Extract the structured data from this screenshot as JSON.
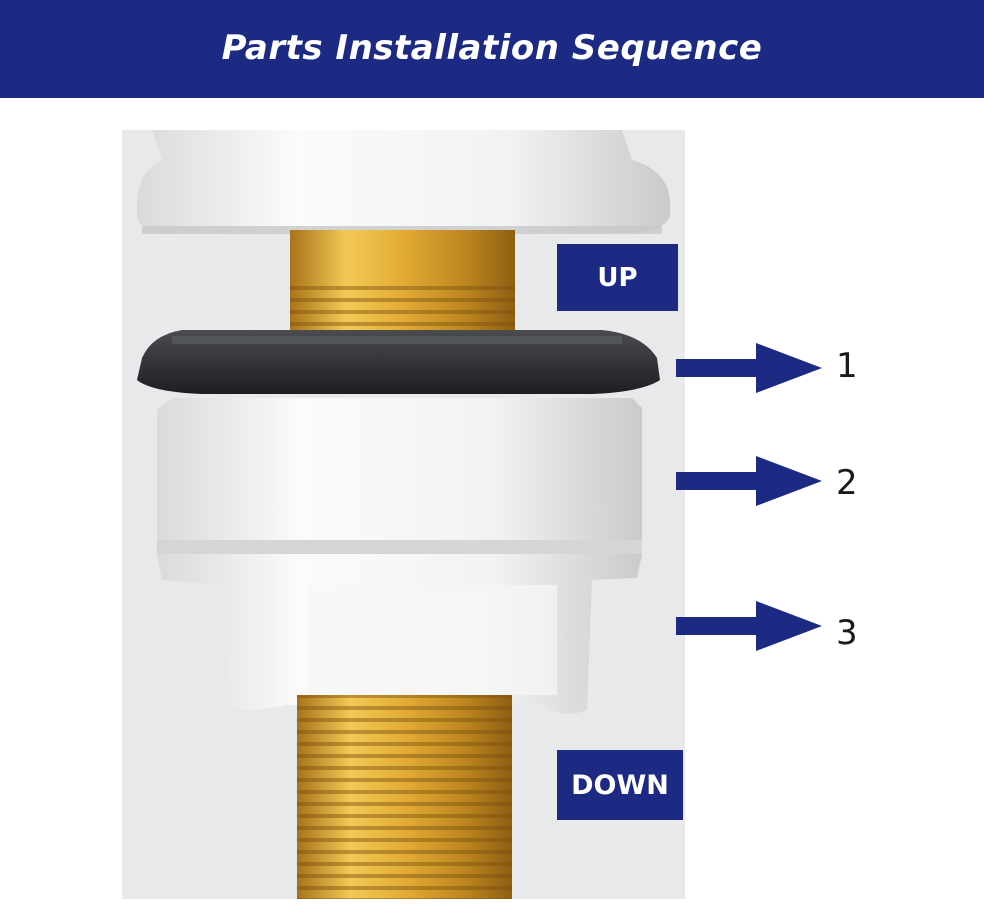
{
  "header": {
    "title": "Parts Installation Sequence"
  },
  "tags": {
    "up": "UP",
    "down": "DOWN"
  },
  "steps": [
    {
      "number": "1"
    },
    {
      "number": "2"
    },
    {
      "number": "3"
    }
  ],
  "colors": {
    "banner": "#1c2a83",
    "arrow": "#1c2a83",
    "brass": "#d9a62e",
    "gasket": "#2b2d31",
    "plastic": "#f2f3f3"
  }
}
